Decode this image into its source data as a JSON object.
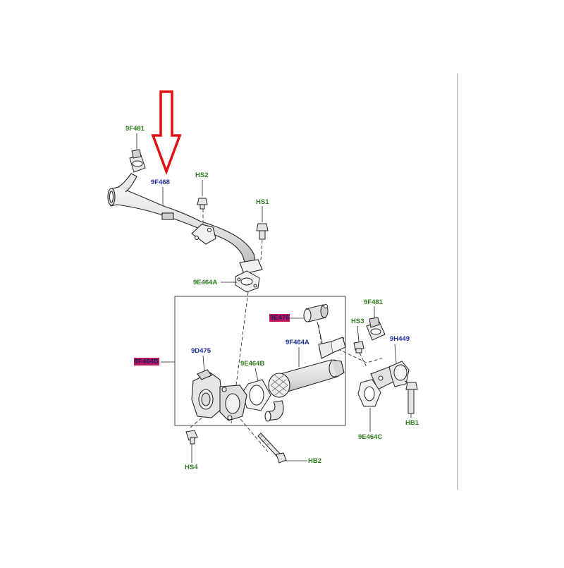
{
  "labels": {
    "clip_top": "9F481",
    "pipe": "9F468",
    "bolt_hs2": "HS2",
    "bolt_hs1": "HS1",
    "gasket_a": "9E464A",
    "cooler_assembly": "9F464B",
    "bushing": "9E476",
    "valve": "9D475",
    "gasket_b": "9E464B",
    "cooler_pipe": "9F464A",
    "bolt_hs3": "HS3",
    "clip_right": "9F481",
    "elbow": "9H449",
    "bolt_hb1": "HB1",
    "gasket_c": "9E464C",
    "bolt_hs4": "HS4",
    "bolt_hb2": "HB2"
  },
  "colors": {
    "arrow": "#e01010",
    "green_label": "#2e7d1f",
    "blue_label": "#1f2f9a",
    "highlight": "#c0145a",
    "line": "#222222"
  },
  "icons": {
    "pointer": "down-arrow-icon"
  }
}
